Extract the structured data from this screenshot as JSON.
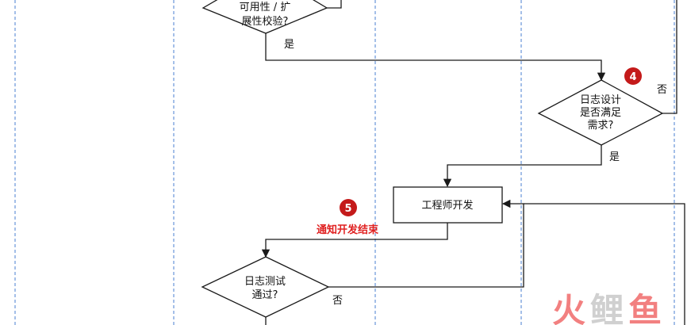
{
  "colors": {
    "lane_line": "#4a7fd0",
    "stroke": "#1a1a1a",
    "badge": "#c41a1a",
    "notice_text": "#e02020",
    "watermark_red": "#f06a6a",
    "watermark_gray": "#c8c8c8"
  },
  "nodes": {
    "top_decision_line1": "可用性 / 扩",
    "top_decision_line2": "展性校验?",
    "log_design_line1": "日志设计",
    "log_design_line2": "是否满足",
    "log_design_line3": "需求?",
    "engineer_dev": "工程师开发",
    "log_test_line1": "日志测试",
    "log_test_line2": "通过?"
  },
  "edge_labels": {
    "yes_top": "是",
    "no_design": "否",
    "yes_design": "是",
    "no_test": "否"
  },
  "steps": {
    "step4": "4",
    "step5": "5",
    "step5_note": "通知开发结束"
  },
  "watermark": {
    "char1": "火",
    "char2": "鲤",
    "char3": "鱼"
  }
}
